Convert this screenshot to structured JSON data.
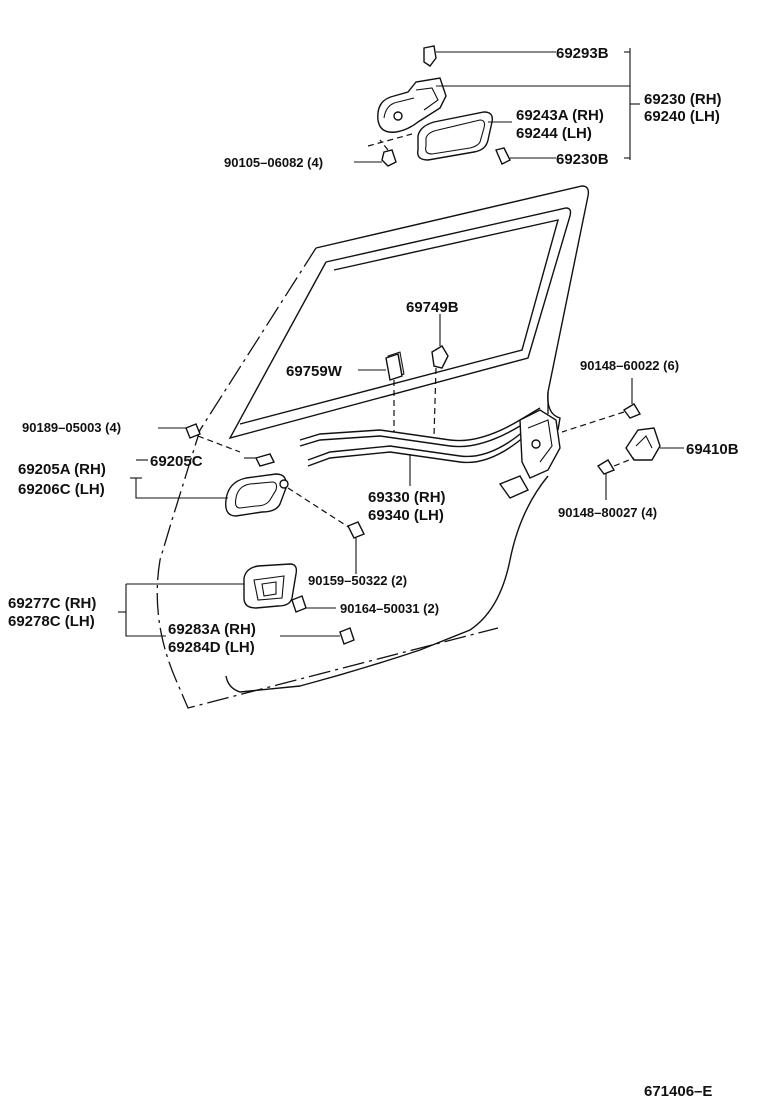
{
  "diagram": {
    "labels": {
      "p69293B": "69293B",
      "p69230": "69230 (RH)",
      "p69240": "69240 (LH)",
      "p69243A": "69243A (RH)",
      "p69244": "69244   (LH)",
      "p90105": "90105–06082 (4)",
      "p69230B": "69230B",
      "p69749B": "69749B",
      "p69759W": "69759W",
      "p90148_60022": "90148–60022 (6)",
      "p90189": "90189–05003 (4)",
      "p69410B": "69410B",
      "p69205A": "69205A (RH)",
      "p69206C": "69206C (LH)",
      "p69205C": "69205C",
      "p69330": "69330 (RH)",
      "p69340": "69340 (LH)",
      "p90148_80027": "90148–80027 (4)",
      "p90159": "90159–50322 (2)",
      "p69277C": "69277C (RH)",
      "p69278C": "69278C (LH)",
      "p90164": "90164–50031 (2)",
      "p69283A": "69283A (RH)",
      "p69284D": "69284D (LH)"
    },
    "figure_code": "671406–E"
  }
}
